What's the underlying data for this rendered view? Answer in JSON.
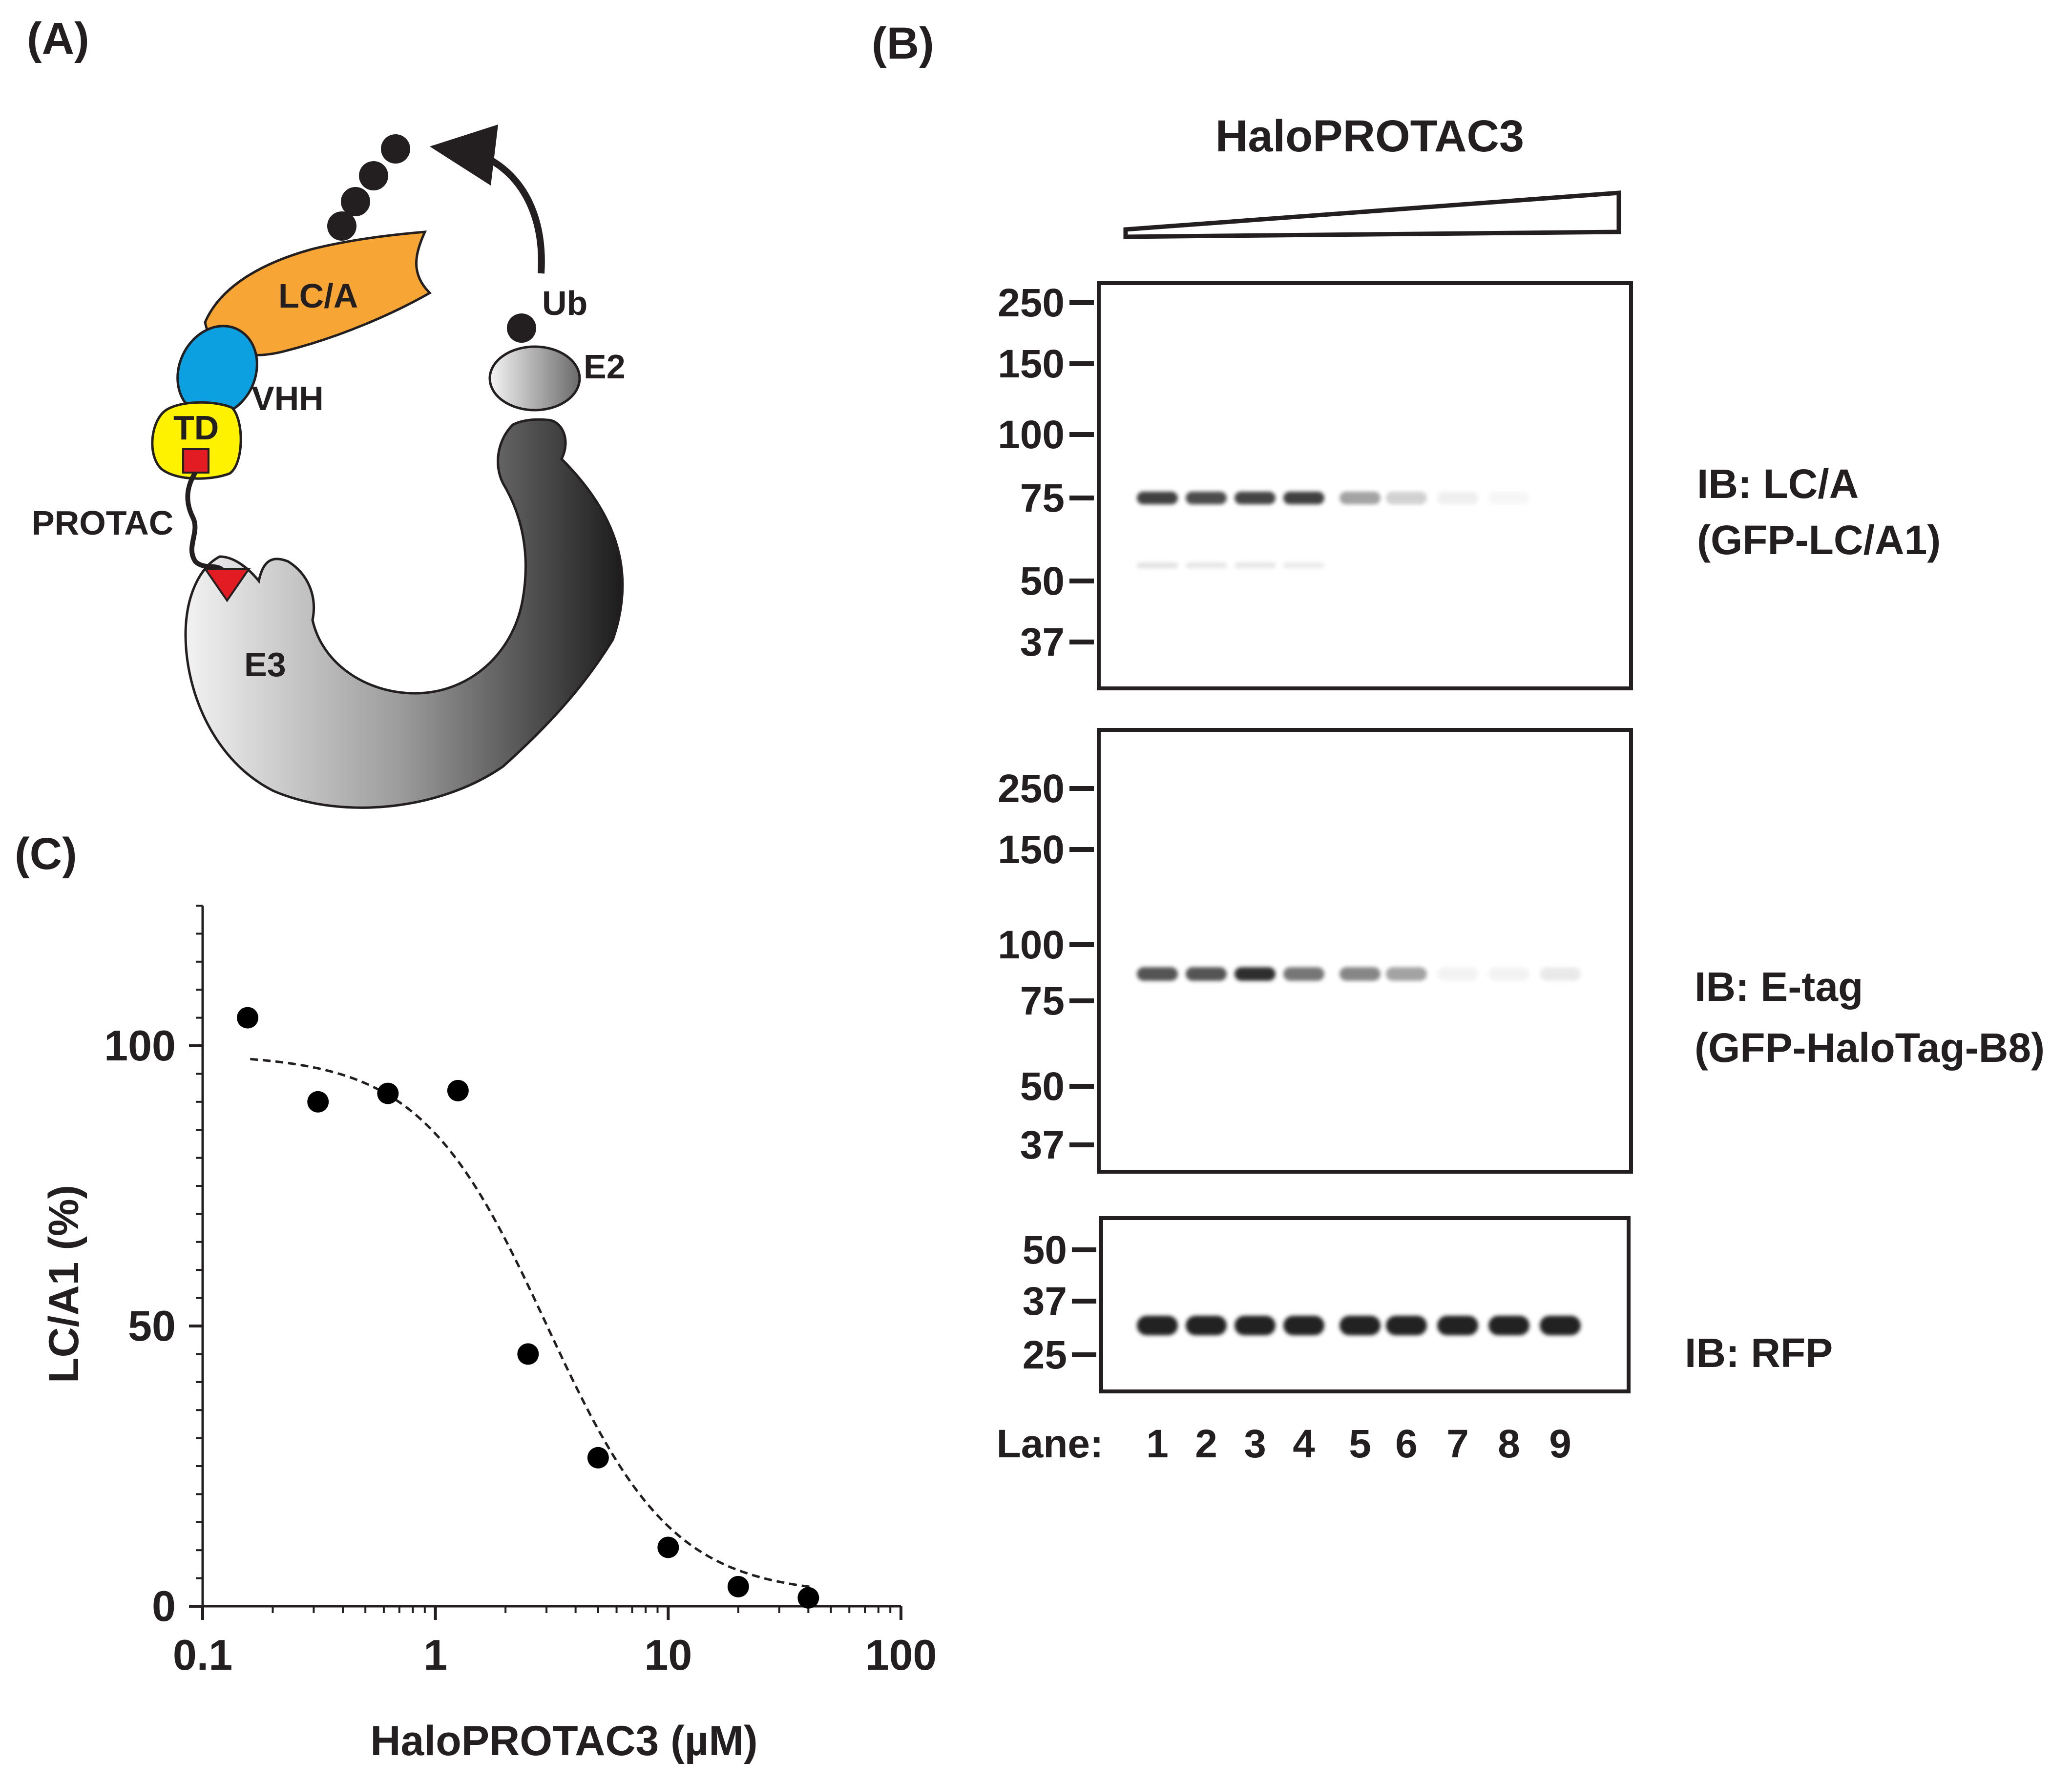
{
  "panels": {
    "a": "(A)",
    "b": "(B)",
    "c": "(C)"
  },
  "schematic": {
    "lca": "LC/A",
    "vhh": "VHH",
    "td": "TD",
    "protac": "PROTAC",
    "e3": "E3",
    "e2": "E2",
    "ub": "Ub"
  },
  "blot": {
    "compound": "HaloPROTAC3",
    "lane_prefix": "Lane:",
    "lanes": [
      "1",
      "2",
      "3",
      "4",
      "5",
      "6",
      "7",
      "8",
      "9"
    ],
    "panels": [
      {
        "mw_markers": [
          "250",
          "150",
          "100",
          "75",
          "50",
          "37"
        ],
        "ib_line1": "IB: LC/A",
        "ib_line2": "(GFP-LC/A1)",
        "band_intensity": [
          0.85,
          0.82,
          0.84,
          0.86,
          0.55,
          0.35,
          0.15,
          0.08,
          0.0
        ],
        "minor_band_intensity": [
          0.07,
          0.06,
          0.06,
          0.05,
          0.0,
          0.0,
          0.0,
          0.0,
          0.0
        ]
      },
      {
        "mw_markers": [
          "250",
          "150",
          "100",
          "75",
          "50",
          "37"
        ],
        "ib_line1": "IB: E-tag",
        "ib_line2": "(GFP-HaloTag-B8)",
        "band_intensity": [
          0.8,
          0.8,
          0.95,
          0.7,
          0.65,
          0.55,
          0.12,
          0.12,
          0.2
        ]
      },
      {
        "mw_markers": [
          "50",
          "37",
          "25"
        ],
        "ib_line1": "IB: RFP",
        "band_intensity": [
          1,
          1,
          1,
          1,
          1,
          1,
          1,
          1,
          1
        ]
      }
    ]
  },
  "chart_data": {
    "type": "scatter",
    "xlabel": "HaloPROTAC3 (µM)",
    "ylabel": "LC/A1 (%)",
    "xscale": "log",
    "xlim": [
      0.1,
      100
    ],
    "ylim": [
      0,
      125
    ],
    "xticks": [
      "0.1",
      "1",
      "10",
      "100"
    ],
    "yticks": [
      "0",
      "50",
      "100"
    ],
    "series": [
      {
        "points": [
          {
            "x": 0.156,
            "y": 105
          },
          {
            "x": 0.313,
            "y": 90
          },
          {
            "x": 0.625,
            "y": 91.5
          },
          {
            "x": 1.25,
            "y": 92
          },
          {
            "x": 2.5,
            "y": 45
          },
          {
            "x": 5,
            "y": 26.5
          },
          {
            "x": 10,
            "y": 10.5
          },
          {
            "x": 20,
            "y": 3.5
          },
          {
            "x": 40,
            "y": 1.5
          }
        ]
      }
    ],
    "fit": {
      "style": "dashed",
      "top": 98.5,
      "bottom": 2,
      "ic50": 3.0,
      "hill": 1.6
    }
  }
}
